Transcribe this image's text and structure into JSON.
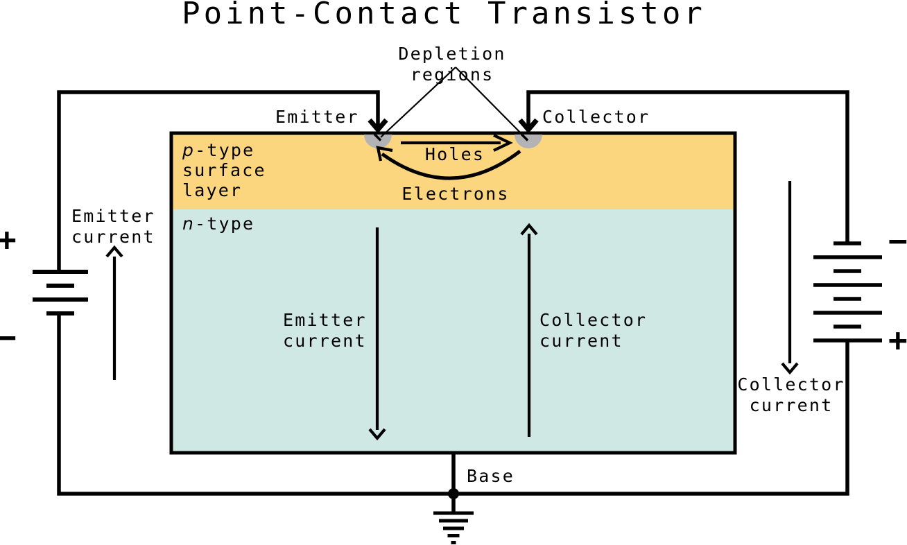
{
  "title": "Point-Contact Transistor",
  "annotations": {
    "depletion": "Depletion regions",
    "emitter_contact": "Emitter",
    "collector_contact": "Collector",
    "holes": "Holes",
    "electrons": "Electrons",
    "base": "Base"
  },
  "body": {
    "p_layer": {
      "symbol": "p",
      "suffix": "-type",
      "line2": "surface",
      "line3": "layer"
    },
    "n_layer": {
      "symbol": "n",
      "suffix": "-type"
    },
    "emitter_current": "Emitter\ncurrent",
    "collector_current": "Collector\ncurrent"
  },
  "circuit": {
    "emitter_current": "Emitter\ncurrent",
    "collector_current": "Collector\ncurrent",
    "battery_left": {
      "top_sign": "+",
      "bottom_sign": "−"
    },
    "battery_right": {
      "top_sign": "−",
      "bottom_sign": "+"
    }
  },
  "colors": {
    "p_layer": "#FBD67E",
    "n_layer": "#CFE8E4",
    "depletion": "#B3B3B5",
    "stroke": "#000000",
    "background": "#FFFFFF"
  }
}
